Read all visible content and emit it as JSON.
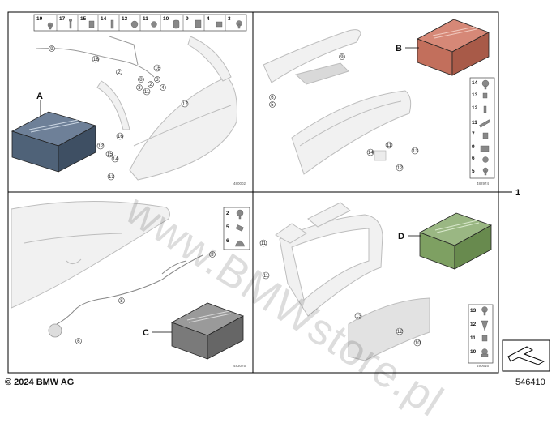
{
  "top_strip": [
    "19",
    "17",
    "15",
    "14",
    "13",
    "11",
    "10",
    "9",
    "4",
    "3"
  ],
  "quadrant_top_left": {
    "callouts": [
      "9",
      "18",
      "2",
      "8",
      "16",
      "3",
      "3",
      "2",
      "11",
      "4",
      "17",
      "16",
      "12",
      "15",
      "14",
      "13"
    ],
    "drawing_no": "480002"
  },
  "quadrant_top_right": {
    "callouts": [
      "9",
      "6",
      "5",
      "14",
      "11",
      "13",
      "12"
    ],
    "side_strip": [
      "14",
      "13",
      "12",
      "11",
      "7",
      "9",
      "6",
      "5"
    ],
    "drawing_no": "482974"
  },
  "quadrant_bottom_left": {
    "callouts": [
      "3",
      "8",
      "6"
    ],
    "side_strip": [
      "2",
      "5",
      "6"
    ],
    "drawing_no": "483075"
  },
  "quadrant_bottom_right": {
    "callouts": [
      "11",
      "11",
      "13",
      "12",
      "10"
    ],
    "side_strip": [
      "13",
      "12",
      "11",
      "10"
    ],
    "drawing_no": "490616"
  },
  "boxes": {
    "a": {
      "label": "A",
      "color": "#4f6278"
    },
    "b": {
      "label": "B",
      "color": "#c26f5c"
    },
    "c": {
      "label": "C",
      "color": "#7a7a7a"
    },
    "d": {
      "label": "D",
      "color": "#7ea062"
    }
  },
  "group_label": "1",
  "footer": {
    "copyright": "© 2024 BMW AG",
    "document_number": "546410"
  },
  "watermark": "www.BMWstore.pl"
}
